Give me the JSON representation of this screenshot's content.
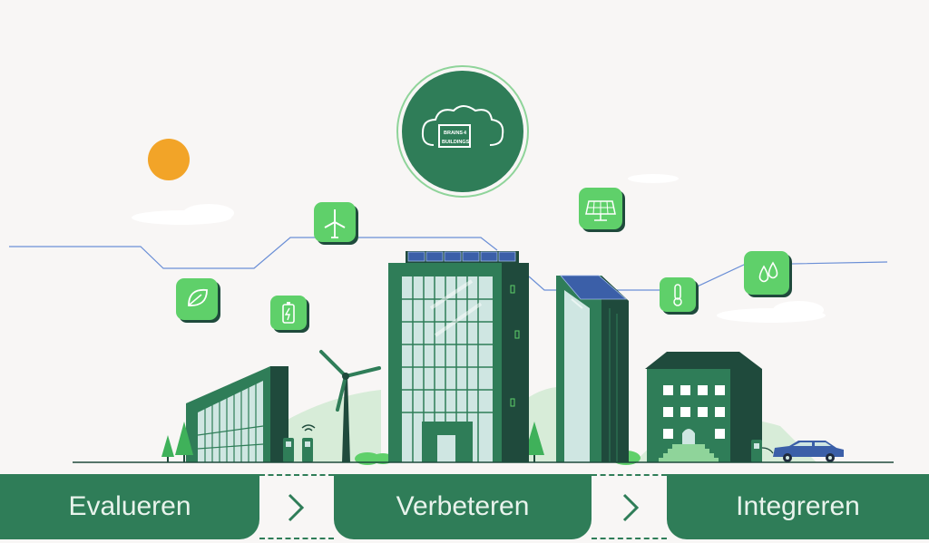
{
  "steps": [
    {
      "label": "Evalueren"
    },
    {
      "label": "Verbeteren"
    },
    {
      "label": "Integreren"
    }
  ],
  "logo": {
    "line1": "BRAINS",
    "line2": "4",
    "line3": "BUILDINGS"
  },
  "icons": [
    "leaf-icon",
    "battery-icon",
    "wind-turbine-icon",
    "solar-panel-icon",
    "thermometer-icon",
    "water-drops-icon"
  ],
  "colors": {
    "dark_green": "#1f4a3c",
    "mid_green": "#2f7d58",
    "light_green": "#5fd06a",
    "glass": "#cfe6e2",
    "sun": "#f2a428",
    "line_blue": "#6b8fd6",
    "background": "#f8f6f5"
  }
}
